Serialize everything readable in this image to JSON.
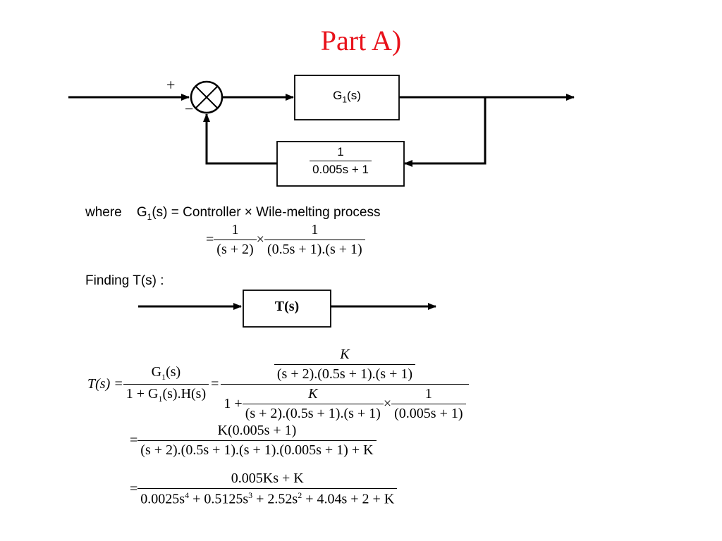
{
  "title": "Part A)",
  "title_color": "#e8121b",
  "diagram1": {
    "plus_sign": "+",
    "minus_sign": "−",
    "forward_block": "G",
    "forward_block_sub": "1",
    "forward_block_tail": "(s)",
    "feedback_num": "1",
    "feedback_den": "0.005s + 1"
  },
  "where_text": {
    "label": "where",
    "g1_head": "G",
    "g1_sub": "1",
    "g1_tail": "(s) = Controller × Wile-melting process",
    "eq_sign": "=",
    "f1_num": "1",
    "f1_den": "(s + 2)",
    "times": "×",
    "f2_num": "1",
    "f2_den": "(0.5s + 1).(s + 1)"
  },
  "finding": "Finding T(s) :",
  "diagram2": {
    "block": "T(s)"
  },
  "equations": {
    "lhs": "T(s) =",
    "a_num_head": "G",
    "a_num_sub": "1",
    "a_num_tail": "(s)",
    "a_den_1": "1 + G",
    "a_den_sub": "1",
    "a_den_tail": "(s).H(s)",
    "eq": "=",
    "big_top_num": "K",
    "big_top_den": "(s + 2).(0.5s + 1).(s + 1)",
    "one_plus": "1 +",
    "inner_num": "K",
    "inner_den": "(s + 2).(0.5s + 1).(s + 1)",
    "times": "×",
    "last_num": "1",
    "last_den": "(0.005s + 1)",
    "line2_eq": "=",
    "line2_num": "K(0.005s + 1)",
    "line2_den": "(s + 2).(0.5s + 1).(s + 1).(0.005s + 1) + K",
    "line3_eq": "=",
    "line3_num": "0.005Ks + K",
    "line3_den_a": "0.0025s",
    "line3_den_p4": "4",
    "line3_den_b": " + 0.5125s",
    "line3_den_p3": "3",
    "line3_den_c": " + 2.52s",
    "line3_den_p2": "2",
    "line3_den_d": " + 4.04s + 2 + K"
  }
}
